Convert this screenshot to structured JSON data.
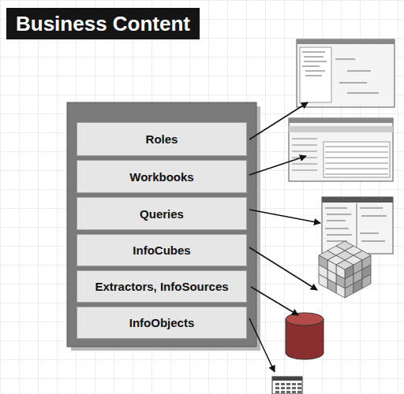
{
  "diagram": {
    "title": "Business Content",
    "nodes": [
      {
        "text": [
          "Roles"
        ]
      },
      {
        "text": [
          "Workbooks"
        ]
      },
      {
        "text": [
          "Queries"
        ]
      },
      {
        "text": [
          "InfoCubes"
        ]
      },
      {
        "text": [
          "Extractors, InfoSources"
        ]
      },
      {
        "text": [
          "InfoObjects"
        ]
      }
    ]
  }
}
